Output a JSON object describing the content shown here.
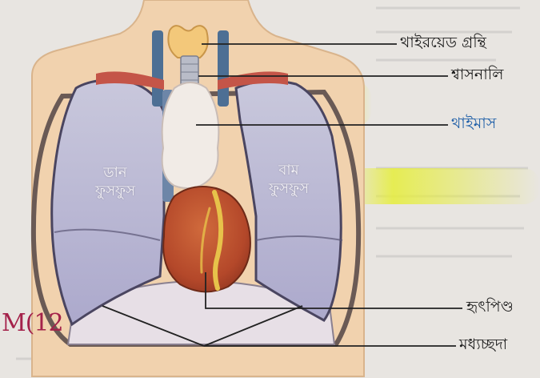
{
  "diagram": {
    "labels": {
      "thyroid": "থাইরয়েড গ্রন্থি",
      "trachea": "শ্বাসনালি",
      "thymus": "থাইমাস",
      "heart": "হৃৎপিণ্ড",
      "diaphragm": "মধ্যচ্ছদা"
    },
    "right_lung": {
      "line1": "ডান",
      "line2": "ফুসফুস"
    },
    "left_lung": {
      "line1": "বাম",
      "line2": "ফুসফুস"
    },
    "figure_number": "M(12"
  },
  "colors": {
    "skin": "#f1d2ae",
    "lung": "#b9b6d4",
    "heart": "#b9502b",
    "thymus": "#f2ece8",
    "thyroid": "#f3c87a",
    "highlight": "#e9f04a",
    "thymus_label": "#1f5fa8"
  }
}
